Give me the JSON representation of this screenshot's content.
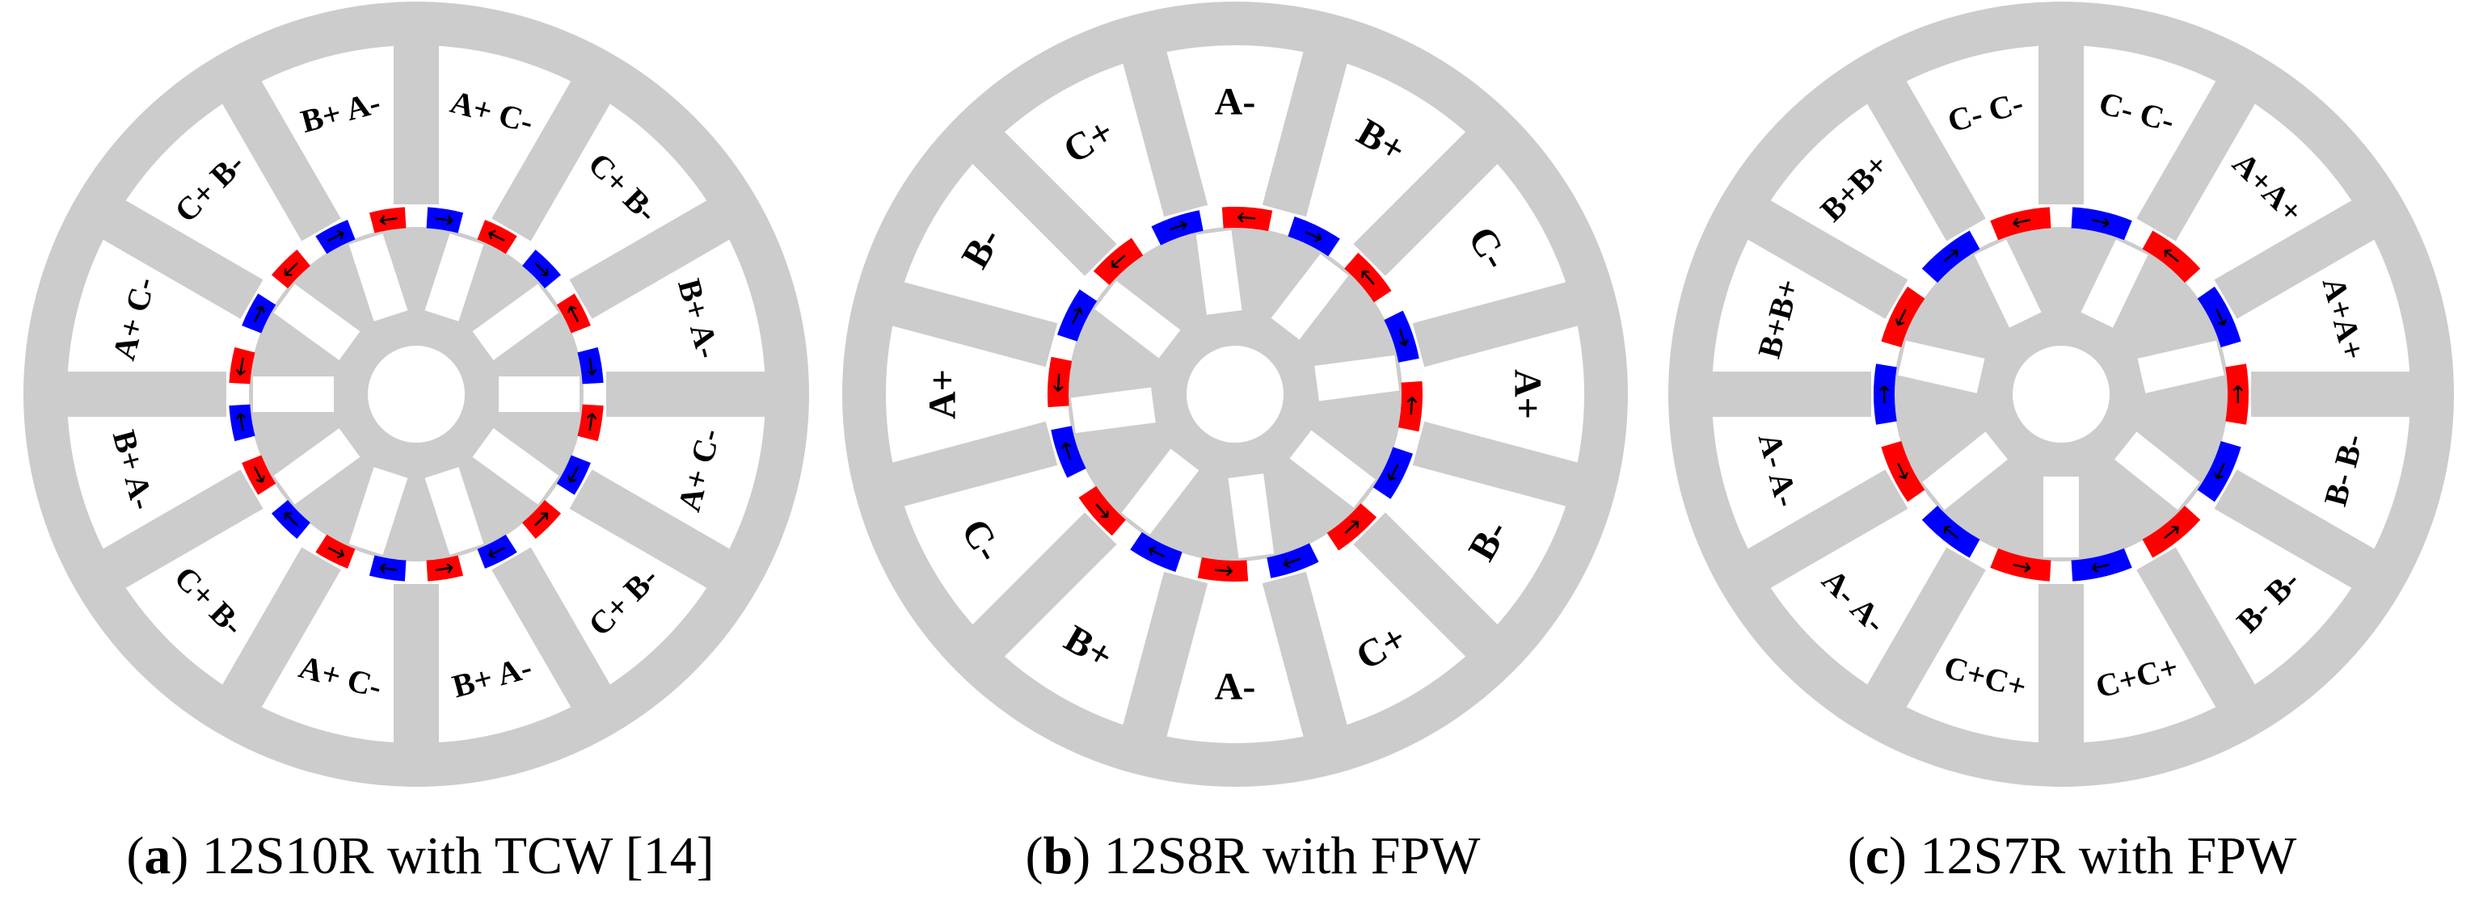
{
  "colors": {
    "iron": "#cccccc",
    "background": "#ffffff",
    "magnet_red": "#ff0000",
    "magnet_blue": "#0000ff",
    "text": "#000000"
  },
  "machines": [
    {
      "id": "a",
      "slot_labels": [
        "A+ C-",
        "C+ B-",
        "B+ A-",
        "A+ C-",
        "C+ B-",
        "B+ A-",
        "A+ C-",
        "C+ B-",
        "B+ A-",
        "A+ C-",
        "C+ B-",
        "B+ A-"
      ],
      "magnets": [
        {
          "color": "blue",
          "arrow": "→"
        },
        {
          "color": "red",
          "arrow": "←"
        },
        {
          "color": "blue",
          "arrow": "→"
        },
        {
          "color": "red",
          "arrow": "←"
        },
        {
          "color": "blue",
          "arrow": "→"
        },
        {
          "color": "red",
          "arrow": "←"
        },
        {
          "color": "blue",
          "arrow": "→"
        },
        {
          "color": "red",
          "arrow": "←"
        },
        {
          "color": "blue",
          "arrow": "→"
        },
        {
          "color": "red",
          "arrow": "←"
        },
        {
          "color": "blue",
          "arrow": "→"
        },
        {
          "color": "red",
          "arrow": "←"
        },
        {
          "color": "blue",
          "arrow": "→"
        },
        {
          "color": "red",
          "arrow": "←"
        },
        {
          "color": "blue",
          "arrow": "→"
        },
        {
          "color": "red",
          "arrow": "←"
        },
        {
          "color": "blue",
          "arrow": "→"
        },
        {
          "color": "red",
          "arrow": "←"
        },
        {
          "color": "blue",
          "arrow": "→"
        },
        {
          "color": "red",
          "arrow": "←"
        }
      ],
      "caption": {
        "letter": "a",
        "text": " 12S10R with TCW [14]"
      }
    },
    {
      "id": "b",
      "slot_labels": [
        "B+",
        "C-",
        "A+",
        "B-",
        "C+",
        "A-",
        "B+",
        "C-",
        "A+",
        "B-",
        "C+",
        "A-"
      ],
      "magnets": [
        {
          "color": "blue",
          "arrow": "→"
        },
        {
          "color": "red",
          "arrow": "←"
        },
        {
          "color": "blue",
          "arrow": "→"
        },
        {
          "color": "red",
          "arrow": "←"
        },
        {
          "color": "blue",
          "arrow": "→"
        },
        {
          "color": "red",
          "arrow": "←"
        },
        {
          "color": "blue",
          "arrow": "→"
        },
        {
          "color": "red",
          "arrow": "←"
        },
        {
          "color": "blue",
          "arrow": "→"
        },
        {
          "color": "red",
          "arrow": "←"
        },
        {
          "color": "blue",
          "arrow": "→"
        },
        {
          "color": "red",
          "arrow": "←"
        },
        {
          "color": "blue",
          "arrow": "→"
        },
        {
          "color": "red",
          "arrow": "←"
        },
        {
          "color": "blue",
          "arrow": "→"
        },
        {
          "color": "red",
          "arrow": "←"
        }
      ],
      "caption": {
        "letter": "b",
        "text": " 12S8R with FPW"
      }
    },
    {
      "id": "c",
      "slot_labels": [
        "C- C-",
        "A+A+",
        "A+A+",
        "B- B-",
        "B- B-",
        "C+C+",
        "C+C+",
        "A- A-",
        "A- A-",
        "B+B+",
        "B+B+",
        "C- C-"
      ],
      "magnets": [
        {
          "color": "blue",
          "arrow": "→"
        },
        {
          "color": "red",
          "arrow": "←"
        },
        {
          "color": "blue",
          "arrow": "→"
        },
        {
          "color": "red",
          "arrow": "←"
        },
        {
          "color": "blue",
          "arrow": "→"
        },
        {
          "color": "red",
          "arrow": "←"
        },
        {
          "color": "blue",
          "arrow": "→"
        },
        {
          "color": "red",
          "arrow": "←"
        },
        {
          "color": "blue",
          "arrow": "→"
        },
        {
          "color": "red",
          "arrow": "←"
        },
        {
          "color": "blue",
          "arrow": "→"
        },
        {
          "color": "red",
          "arrow": "←"
        },
        {
          "color": "blue",
          "arrow": "→"
        },
        {
          "color": "red",
          "arrow": "←"
        }
      ],
      "caption": {
        "letter": "c",
        "text": " 12S7R with FPW"
      }
    }
  ]
}
